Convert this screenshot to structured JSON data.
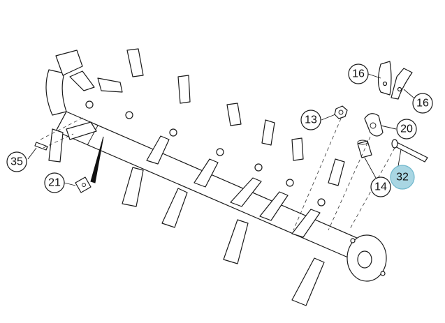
{
  "callouts": [
    {
      "id": "c16a",
      "label": "16"
    },
    {
      "id": "c16b",
      "label": "16"
    },
    {
      "id": "c13",
      "label": "13"
    },
    {
      "id": "c20",
      "label": "20"
    },
    {
      "id": "c35",
      "label": "35"
    },
    {
      "id": "c21",
      "label": "21"
    },
    {
      "id": "c14",
      "label": "14"
    },
    {
      "id": "c32",
      "label": "32",
      "highlight": true
    }
  ],
  "colors": {
    "highlight_fill": "#a9d6e3",
    "highlight_stroke": "#6fb7cc",
    "line": "#1a1a1a"
  }
}
